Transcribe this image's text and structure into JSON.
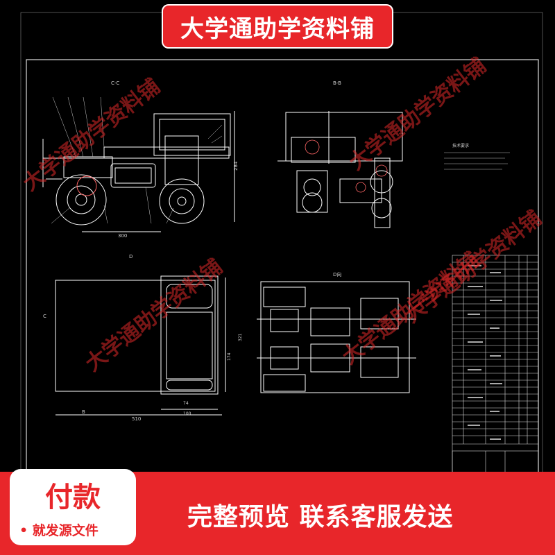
{
  "banner": {
    "title": "大学通助学资料铺"
  },
  "watermark": {
    "text": "大学通助学资料铺"
  },
  "drawing": {
    "view_cc": "C-C",
    "view_bb": "B-B",
    "view_d": "D向",
    "tech_title": "技术要求",
    "dims": {
      "left_width": "300",
      "left_height": "284",
      "plan_width": "510",
      "inner_width": "100",
      "inner_small": "74",
      "plan_height": "321",
      "plan_inner": "174"
    },
    "section_marks": {
      "b": "B",
      "c": "C",
      "d": "D"
    }
  },
  "payment": {
    "title": "付款",
    "subtitle": "• 就发源文件"
  },
  "preview": {
    "text": "完整预览  联系客服发送"
  },
  "colors": {
    "accent": "#e8262a",
    "background": "#000000",
    "lines": "#ffffff"
  }
}
